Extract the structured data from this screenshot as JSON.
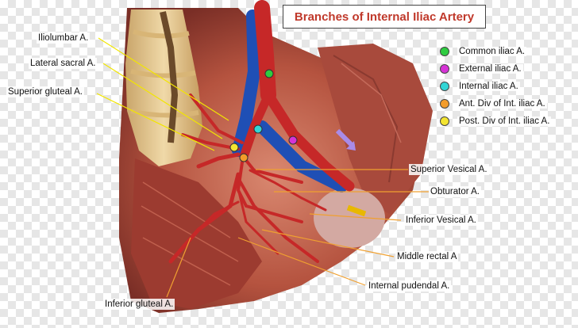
{
  "title": "Branches of Internal Iliac Artery",
  "labels": {
    "iliolumbar": "Iliolumbar A.",
    "lateral_sacral": "Lateral sacral A.",
    "superior_gluteal": "Superior gluteal A.",
    "superior_vesical": "Superior Vesical A.",
    "obturator": "Obturator A.",
    "inferior_vesical": "Inferior Vesical A.",
    "middle_rectal": "Middle rectal A",
    "internal_pudendal": "Internal pudendal A.",
    "inferior_gluteal": "Inferior gluteal A."
  },
  "legend": [
    {
      "label": "Common iliac A.",
      "color": "#2ecc40"
    },
    {
      "label": "External  iliac A.",
      "color": "#d633d6"
    },
    {
      "label": "Internal iliac A.",
      "color": "#33d6d6"
    },
    {
      "label": "Ant. Div of Int. iliac A.",
      "color": "#f39c2a"
    },
    {
      "label": "Post. Div of Int. iliac A.",
      "color": "#f4e531"
    }
  ],
  "colors": {
    "artery": "#c62828",
    "vein": "#1f4fb5",
    "bone": "#e6c890",
    "muscle": "#a8453a",
    "leader_yellow": "#f2e600",
    "leader_orange": "#f0a030",
    "arrow_purple": "#a98be8",
    "arrow_yellow": "#e8b800"
  }
}
